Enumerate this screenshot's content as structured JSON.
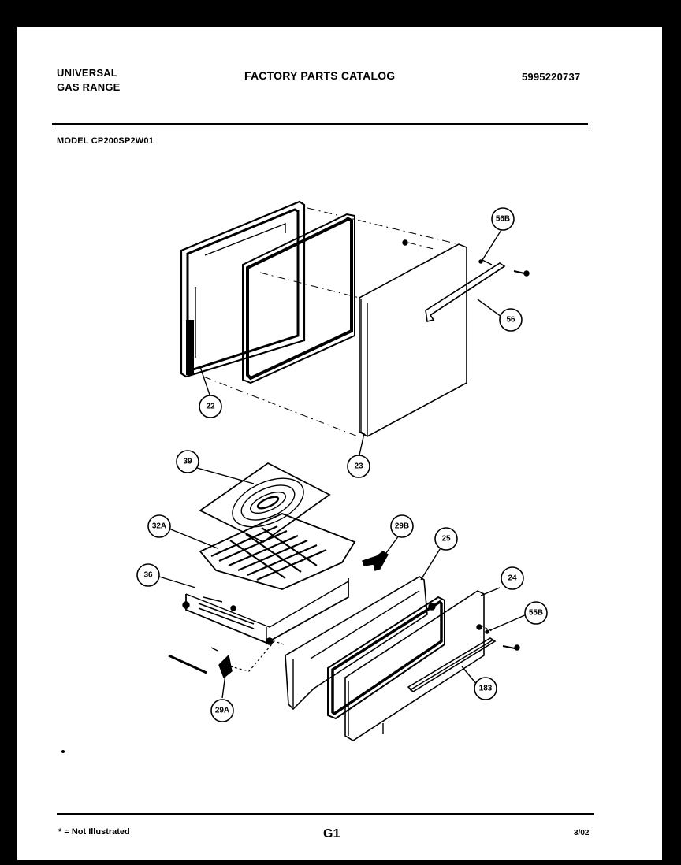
{
  "header": {
    "brand_line1": "UNIVERSAL",
    "brand_line2": "GAS RANGE",
    "catalog_title": "FACTORY PARTS CATALOG",
    "catalog_number": "5995220737",
    "model": "MODEL CP200SP2W01"
  },
  "footer": {
    "note": "* = Not Illustrated",
    "page_label": "G1",
    "date": "3/02"
  },
  "callouts": {
    "c1": "56B",
    "c2": "56",
    "c3": "22",
    "c4": "23",
    "c5": "39",
    "c6": "32A",
    "c7": "36",
    "c8": "29B",
    "c9": "25",
    "c10": "24",
    "c11": "55B",
    "c12": "183",
    "c13": "29A"
  }
}
